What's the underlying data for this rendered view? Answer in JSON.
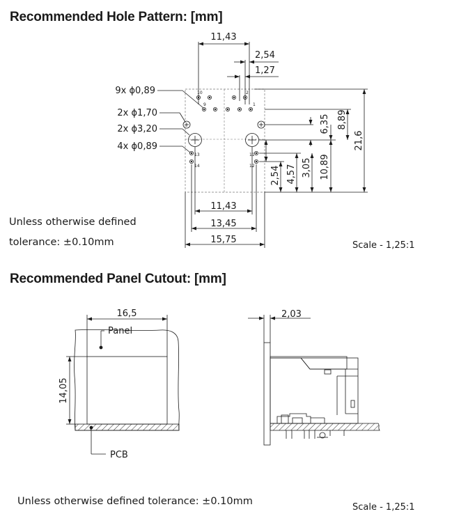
{
  "hole_pattern": {
    "title": "Recommended Hole Pattern: [mm]",
    "note_line1": "Unless otherwise defined",
    "note_line2": "tolerance: ±0.10mm",
    "scale": "Scale - 1,25:1",
    "callouts": {
      "holes_9x": "9x ϕ0,89",
      "holes_2x_small": "2x ϕ1,70",
      "holes_2x_large": "2x ϕ3,20",
      "holes_4x": "4x ϕ0,89"
    },
    "dims": {
      "top_width": "11,43",
      "pitch_2": "2,54",
      "pitch_1": "1,27",
      "v_635": "6,35",
      "v_889": "8,89",
      "v_216": "21,6",
      "v_254": "2,54",
      "v_457": "4,57",
      "v_305": "3,05",
      "v_1089": "10,89",
      "bottom_1143": "11,43",
      "bottom_1345": "13,45",
      "bottom_1575": "15,75"
    },
    "pin_numbers": {
      "p10": "10",
      "p9": "9",
      "p2": "2",
      "p1": "1",
      "l13": "13",
      "l14": "14",
      "r11": "11",
      "r12": "12"
    }
  },
  "panel_cutout": {
    "title": "Recommended Panel Cutout: [mm]",
    "note": "Unless otherwise defined tolerance: ±0.10mm",
    "scale": "Scale - 1,25:1",
    "labels": {
      "panel": "Panel",
      "pcb": "PCB"
    },
    "dims": {
      "width": "16,5",
      "height": "14,05",
      "depth": "2,03"
    }
  }
}
